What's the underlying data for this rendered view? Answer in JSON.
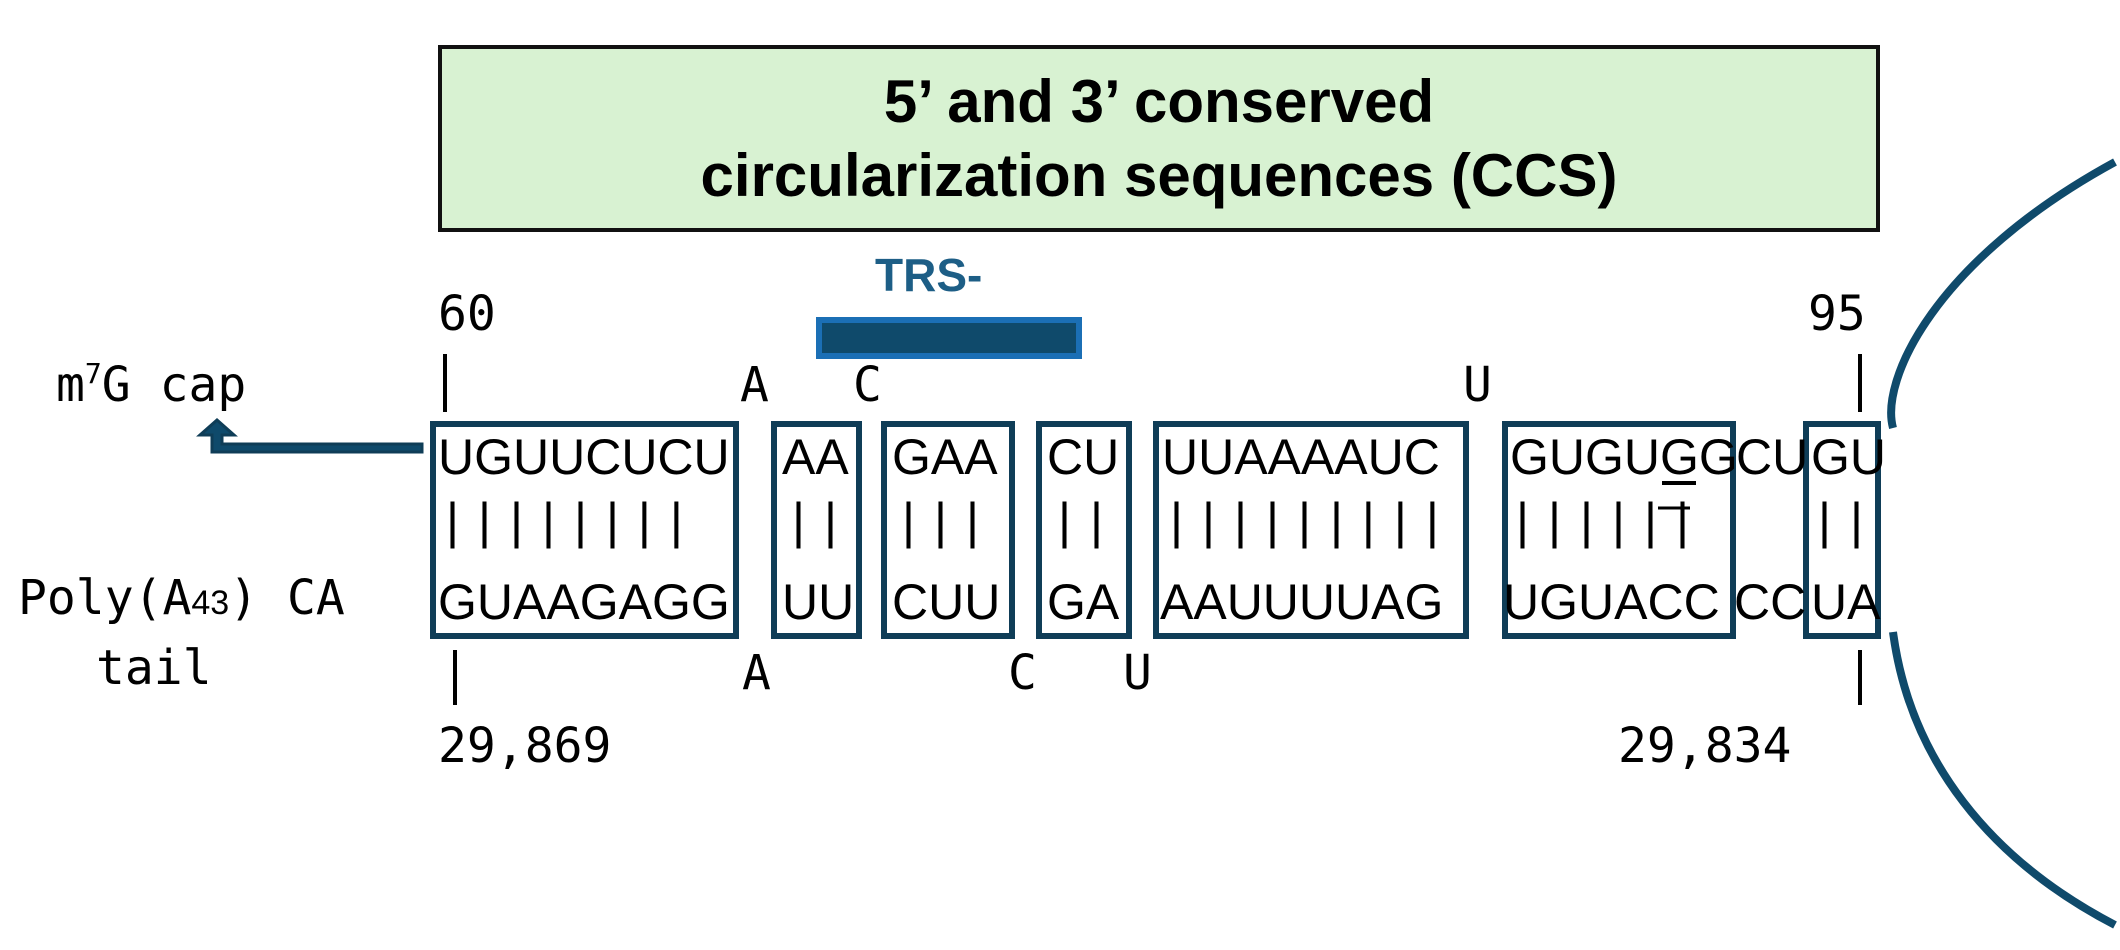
{
  "title": {
    "line1": "5’ and 3’ conserved",
    "line2": "circularization sequences (CCS)"
  },
  "trs_label": "TRS-",
  "top_positions": {
    "start": "60",
    "end": "95"
  },
  "bottom_positions": {
    "start": "29,869",
    "end": "29,834"
  },
  "cap_label": {
    "m": "m",
    "sup": "7",
    "rest": "G cap"
  },
  "polya_label": {
    "prefix": "Poly(A",
    "sub": "43",
    "suffix": ") CA",
    "line2": "tail"
  },
  "top_bulges": {
    "a": "A",
    "c": "C",
    "u": "U"
  },
  "bottom_bulges": {
    "a": "A",
    "c": "C",
    "u": "U"
  },
  "top_strand": {
    "s1": "UGUUCUCU",
    "s2": "AA",
    "s3": "GAA",
    "s4": "CU",
    "s5": "UUAAAAUC",
    "s6a": "GUGU",
    "s6b": "G",
    "s6c": "G",
    "s7": "CU",
    "s8": "GU"
  },
  "pairing": {
    "p1": "||||||||",
    "p2": "||",
    "p3": "|||",
    "p4": "||",
    "p5": "|||||||||",
    "p6": "||||||",
    "p8": "||"
  },
  "bottom_strand": {
    "s1": "GUAAGAGG",
    "s2": "UU",
    "s3": "CUU",
    "s4": "GA",
    "s5": "AAUUUUAG",
    "s6": "UGUACC",
    "s7": "CC",
    "s8": "UA"
  },
  "colors": {
    "box_stroke": "#0f3d57",
    "trs_bar": "#1b6fb5",
    "trs_fill": "#0f4a6b",
    "arc": "#0f4a6b",
    "title_bg": "#d8f2d2"
  }
}
